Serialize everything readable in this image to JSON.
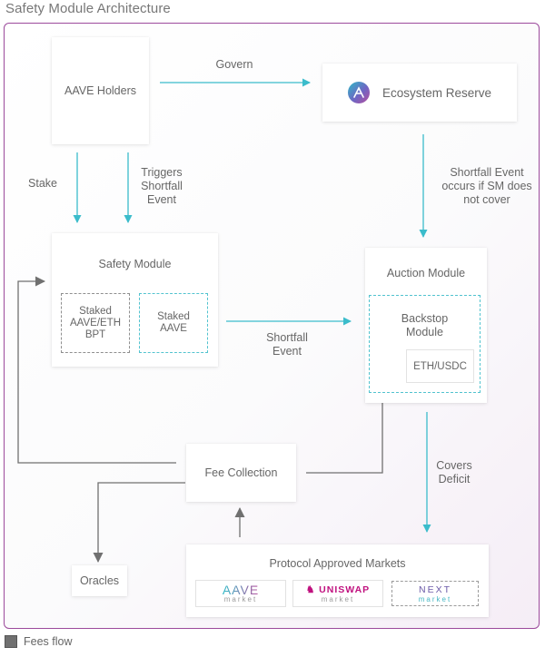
{
  "title": "Safety Module Architecture",
  "nodes": {
    "aave_holders": "AAVE Holders",
    "ecosystem_reserve": "Ecosystem Reserve",
    "safety_module": "Safety Module",
    "staked_aave_eth_bpt": "Staked\nAAVE/ETH\nBPT",
    "staked_aave": "Staked\nAAVE",
    "auction_module": "Auction Module",
    "backstop_module": "Backstop\nModule",
    "eth_usdc": "ETH/USDC",
    "fee_collection": "Fee Collection",
    "oracles": "Oracles",
    "protocol_approved_markets": "Protocol Approved Markets"
  },
  "markets": [
    {
      "name": "AAVE",
      "sub": "market"
    },
    {
      "name": "UNISWAP",
      "sub": "market"
    },
    {
      "name": "NEXT",
      "sub": "market"
    }
  ],
  "edge_labels": {
    "govern": "Govern",
    "stake": "Stake",
    "triggers": "Triggers\nShortfall\nEvent",
    "shortfall_reserve": "Shortfall Event\noccurs if SM does\nnot cover",
    "shortfall_event": "Shortfall\nEvent",
    "covers_deficit": "Covers\nDeficit"
  },
  "legend": {
    "fees_flow": "Fees flow"
  },
  "colors": {
    "flow": "#3bbccb",
    "fees": "#707070",
    "frame": "#9c4a9c"
  }
}
